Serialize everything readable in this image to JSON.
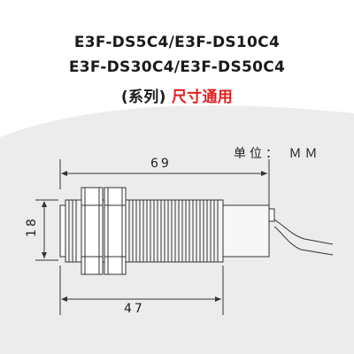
{
  "title_line1": "E3F-DS5C4/E3F-DS10C4",
  "title_line2": "E3F-DS30C4/E3F-DS50C4",
  "series_label": "(系列)",
  "common_label": "尺寸通用",
  "unit_label": "单位： ＭＭ",
  "dimensions": {
    "total_length": "69",
    "body_length": "47",
    "diameter": "18"
  },
  "colors": {
    "accent": "#e02020",
    "drawing_line": "#333333",
    "background_gray": "#ececec"
  }
}
